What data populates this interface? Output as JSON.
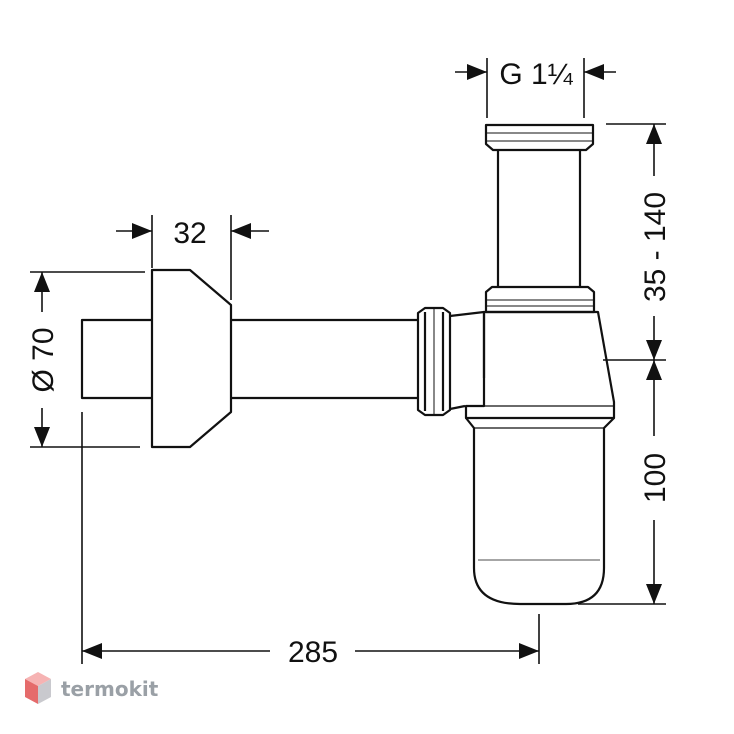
{
  "dimensions": {
    "thread": "G 1¼",
    "pipe_diameter": "32",
    "rosette_diameter": "Ø 70",
    "height_adjust": "35 - 140",
    "trap_height": "100",
    "projection": "285"
  },
  "watermark": {
    "text": "termokit",
    "colors": {
      "top": "#f6b3b3",
      "left": "#e56b6b",
      "right": "#c9c9ce"
    }
  },
  "colors": {
    "line": "#111111",
    "background": "#ffffff"
  }
}
